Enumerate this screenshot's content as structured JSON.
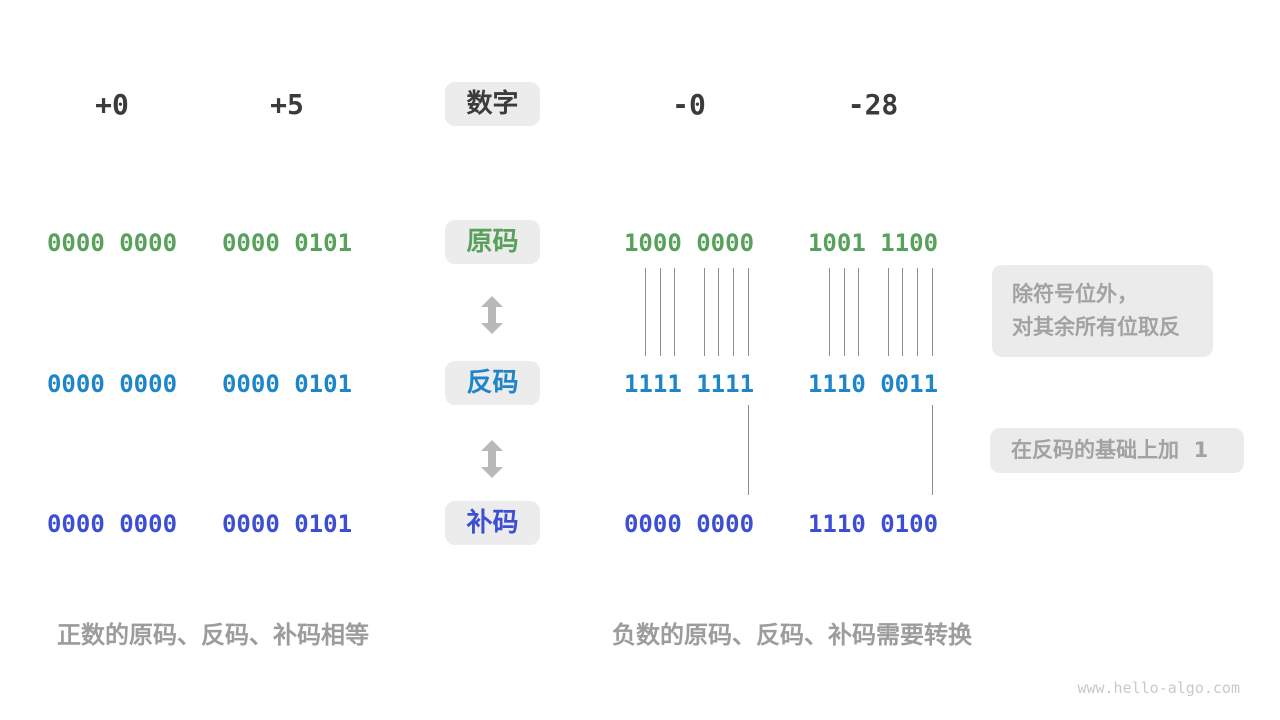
{
  "colors": {
    "sign_magnitude_green": "#57a15b",
    "ones_complement_blue": "#1d85c8",
    "twos_complement_indigo": "#3c4fd4",
    "pill_background": "#ececec",
    "note_background": "#ebebeb",
    "note_text": "#a2a2a2",
    "caption_text": "#9c9c9c",
    "header_text": "#3b3b3b",
    "tick_line": "#8f8f8f",
    "arrow_gray": "#b9b9b9",
    "watermark_text": "#c9c9c9"
  },
  "title_row": {
    "positive_values": [
      "+0",
      "+5"
    ],
    "center_label": "数字",
    "negative_values": [
      "-0",
      "-28"
    ]
  },
  "code_rows": [
    {
      "label": "原码",
      "color": "#57a15b",
      "values": [
        "0000 0000",
        "0000 0101",
        "1000 0000",
        "1001 1100"
      ]
    },
    {
      "label": "反码",
      "color": "#1d85c8",
      "values": [
        "0000 0000",
        "0000 0101",
        "1111 1111",
        "1110 0011"
      ]
    },
    {
      "label": "补码",
      "color": "#3c4fd4",
      "values": [
        "0000 0000",
        "0000 0101",
        "0000 0000",
        "1110 0100"
      ]
    }
  ],
  "annotations": {
    "invert_note_line1": "除符号位外，",
    "invert_note_line2": "对其余所有位取反",
    "add_one_note": "在反码的基础上加  1"
  },
  "captions": {
    "positive": "正数的原码、反码、补码相等",
    "negative": "负数的原码、反码、补码需要转换"
  },
  "watermark": "www.hello-algo.com"
}
